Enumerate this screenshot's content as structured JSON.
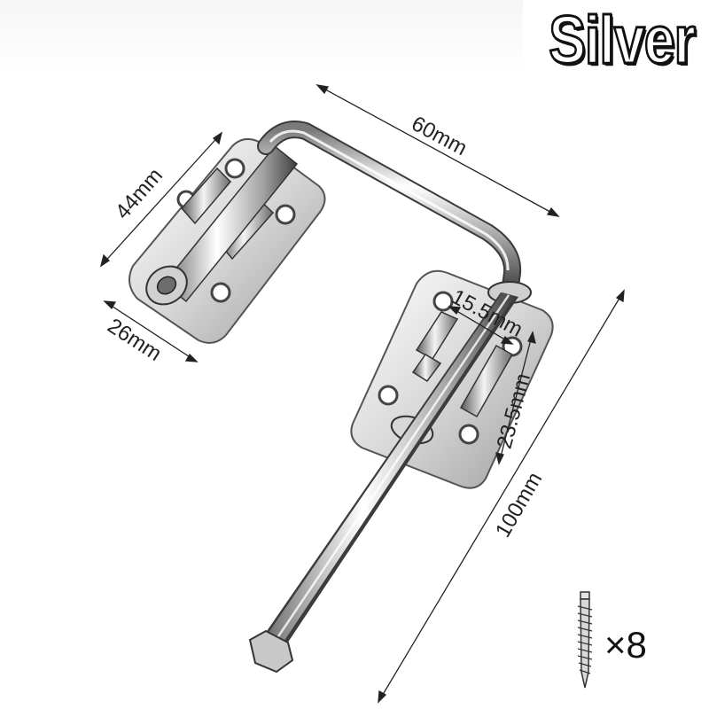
{
  "title": "Silver",
  "colors": {
    "metal_light": "#f2f2f2",
    "metal_mid": "#b5b5b5",
    "metal_dark": "#4a4a4a",
    "line": "#111111"
  },
  "dimensions": {
    "bar_width": "60mm",
    "left_plate_length": "44mm",
    "left_plate_width": "26mm",
    "right_plate_width": "15.5mm",
    "right_plate_height": "23.5mm",
    "bolt_length": "100mm"
  },
  "accessory": {
    "icon": "screw-icon",
    "quantity_label": "×8"
  }
}
